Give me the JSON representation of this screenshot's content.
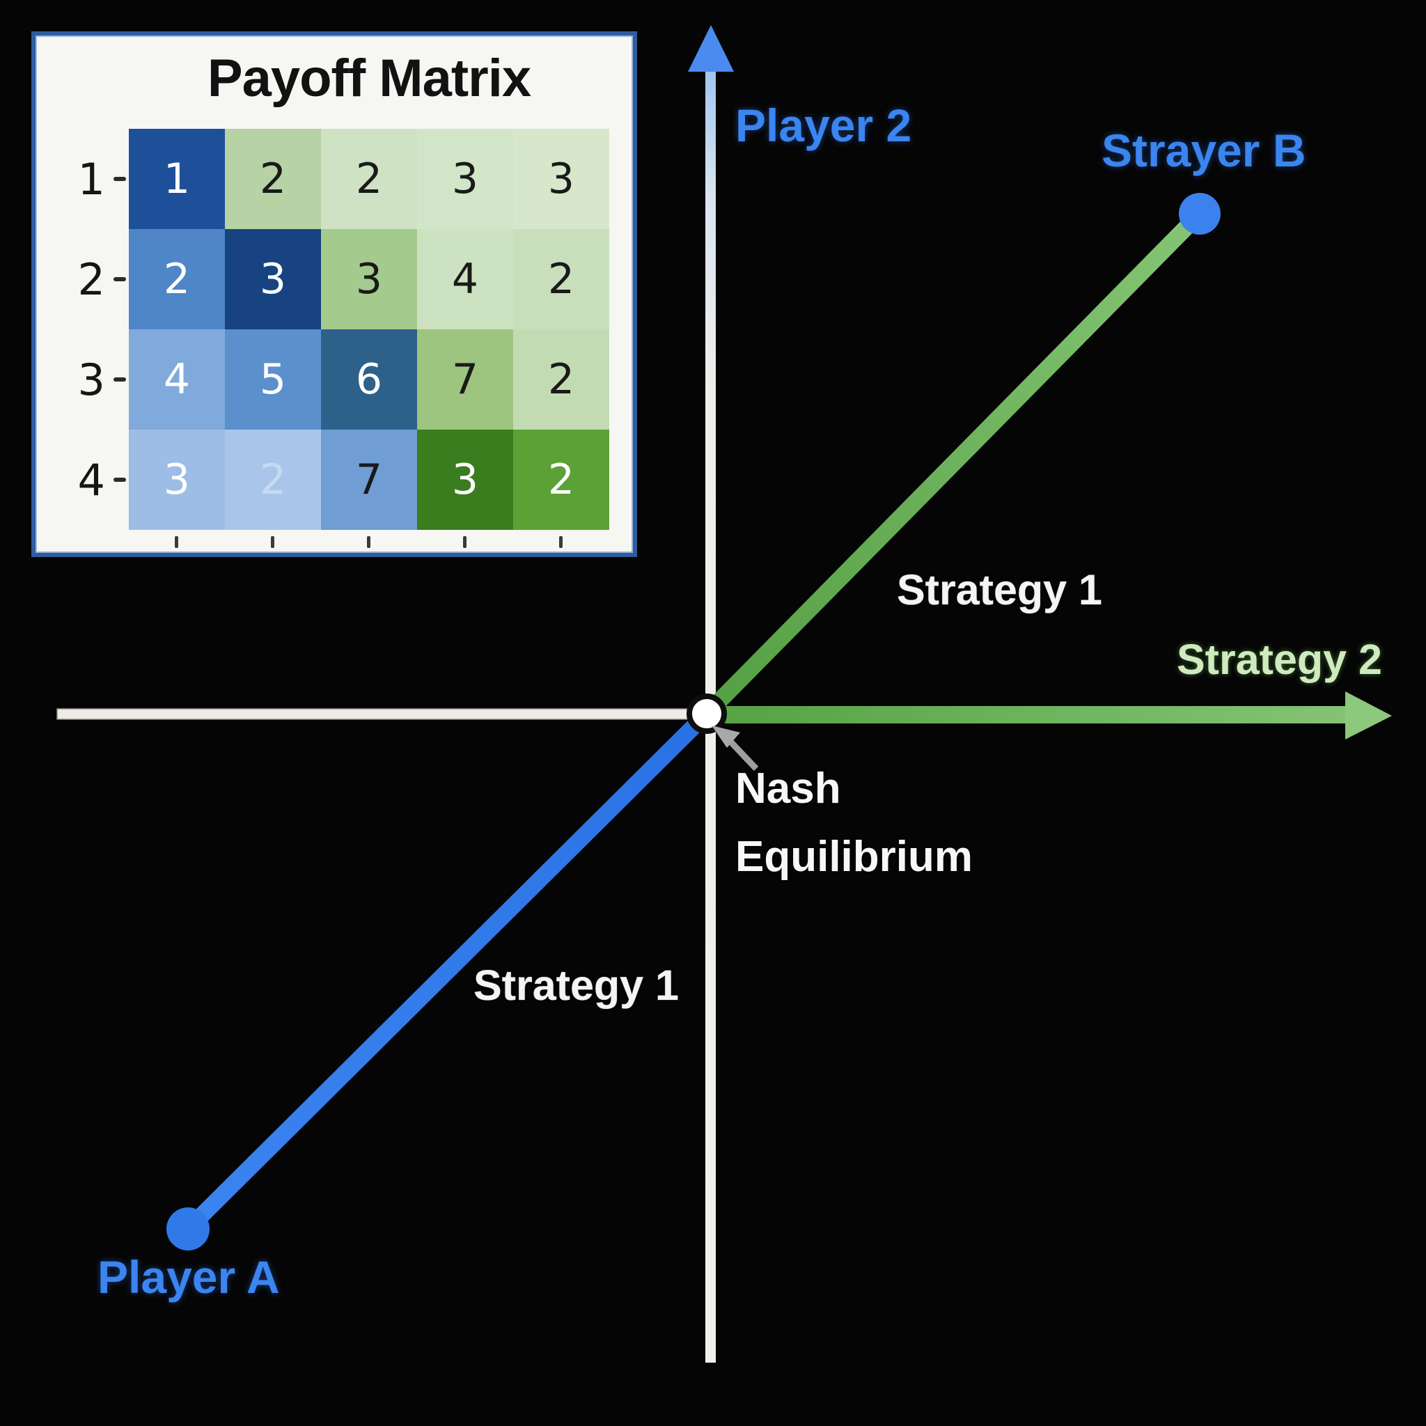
{
  "colors": {
    "background": "#050505",
    "panel_bg": "#f6f6f3",
    "panel_border": "#2e5d9e",
    "blue_accent": "#3a85f0",
    "green_accent": "#6cb254",
    "axis_white": "#efece7",
    "white_label": "#f4f4f4",
    "green_label": "#cfeabf"
  },
  "payoff_matrix": {
    "title": "Payoff Matrix",
    "row_labels": [
      "1",
      "2",
      "3",
      "4"
    ],
    "rows": [
      [
        {
          "value": "1",
          "bg": "#1e509a",
          "fg": "#ffffff"
        },
        {
          "value": "2",
          "bg": "#b7d3a6",
          "fg": "#1a1a1a"
        },
        {
          "value": "2",
          "bg": "#cfe2c3",
          "fg": "#1a1a1a"
        },
        {
          "value": "3",
          "bg": "#d3e5c8",
          "fg": "#1a1a1a"
        },
        {
          "value": "3",
          "bg": "#d6e7cb",
          "fg": "#1a1a1a"
        }
      ],
      [
        {
          "value": "2",
          "bg": "#4e86c7",
          "fg": "#ffffff"
        },
        {
          "value": "3",
          "bg": "#174380",
          "fg": "#ffffff"
        },
        {
          "value": "3",
          "bg": "#a4ca8e",
          "fg": "#1a1a1a"
        },
        {
          "value": "4",
          "bg": "#cde2c1",
          "fg": "#1a1a1a"
        },
        {
          "value": "2",
          "bg": "#c9dfbb",
          "fg": "#1a1a1a"
        }
      ],
      [
        {
          "value": "4",
          "bg": "#80aadb",
          "fg": "#ffffff"
        },
        {
          "value": "5",
          "bg": "#5c90cc",
          "fg": "#ffffff"
        },
        {
          "value": "6",
          "bg": "#2d6189",
          "fg": "#ffffff"
        },
        {
          "value": "7",
          "bg": "#9dc57f",
          "fg": "#1a1a1a"
        },
        {
          "value": "2",
          "bg": "#c3dbb3",
          "fg": "#1a1a1a"
        }
      ],
      [
        {
          "value": "3",
          "bg": "#9dbde6",
          "fg": "#ffffff"
        },
        {
          "value": "2",
          "bg": "#a9c6ea",
          "fg": "#c6daf3"
        },
        {
          "value": "7",
          "bg": "#6f9dd4",
          "fg": "#1a1a1a"
        },
        {
          "value": "3",
          "bg": "#3a7d1f",
          "fg": "#ffffff"
        },
        {
          "value": "2",
          "bg": "#5ba136",
          "fg": "#ffffff"
        }
      ]
    ]
  },
  "chart_data": {
    "type": "heatmap",
    "title": "Payoff Matrix",
    "row_labels": [
      "1",
      "2",
      "3",
      "4"
    ],
    "values": [
      [
        1,
        2,
        2,
        3,
        3
      ],
      [
        2,
        3,
        3,
        4,
        2
      ],
      [
        4,
        5,
        6,
        7,
        2
      ],
      [
        3,
        2,
        7,
        3,
        2
      ]
    ],
    "legend_position": "none",
    "grid": false
  },
  "labels": {
    "player2": "Player 2",
    "strayer_b": "Strayer B",
    "strategy1_upper": "Strategy 1",
    "strategy2": "Strategy 2",
    "nash_line1": "Nash",
    "nash_line2": "Equilibrium",
    "strategy1_lower": "Strategy 1",
    "player_a": "Player A"
  }
}
